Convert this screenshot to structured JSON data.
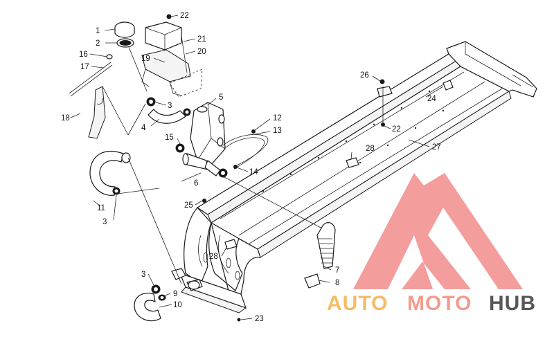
{
  "callouts": [
    {
      "n": "1"
    },
    {
      "n": "2"
    },
    {
      "n": "16"
    },
    {
      "n": "17"
    },
    {
      "n": "19"
    },
    {
      "n": "22"
    },
    {
      "n": "21"
    },
    {
      "n": "20"
    },
    {
      "n": "3"
    },
    {
      "n": "4"
    },
    {
      "n": "5"
    },
    {
      "n": "18"
    },
    {
      "n": "15"
    },
    {
      "n": "12"
    },
    {
      "n": "13"
    },
    {
      "n": "14"
    },
    {
      "n": "6"
    },
    {
      "n": "11"
    },
    {
      "n": "3"
    },
    {
      "n": "25"
    },
    {
      "n": "26"
    },
    {
      "n": "24"
    },
    {
      "n": "22"
    },
    {
      "n": "27"
    },
    {
      "n": "28"
    },
    {
      "n": "28"
    },
    {
      "n": "7"
    },
    {
      "n": "8"
    },
    {
      "n": "3"
    },
    {
      "n": "9"
    },
    {
      "n": "10"
    },
    {
      "n": "23"
    }
  ],
  "watermark": {
    "word_a": "AUTO",
    "word_b": "MOTO",
    "word_c": "HUB",
    "color_a": "#f5b04a",
    "color_b": "#f08b7a",
    "color_c": "#3a3a3a",
    "mark_color": "#f28c8c"
  }
}
